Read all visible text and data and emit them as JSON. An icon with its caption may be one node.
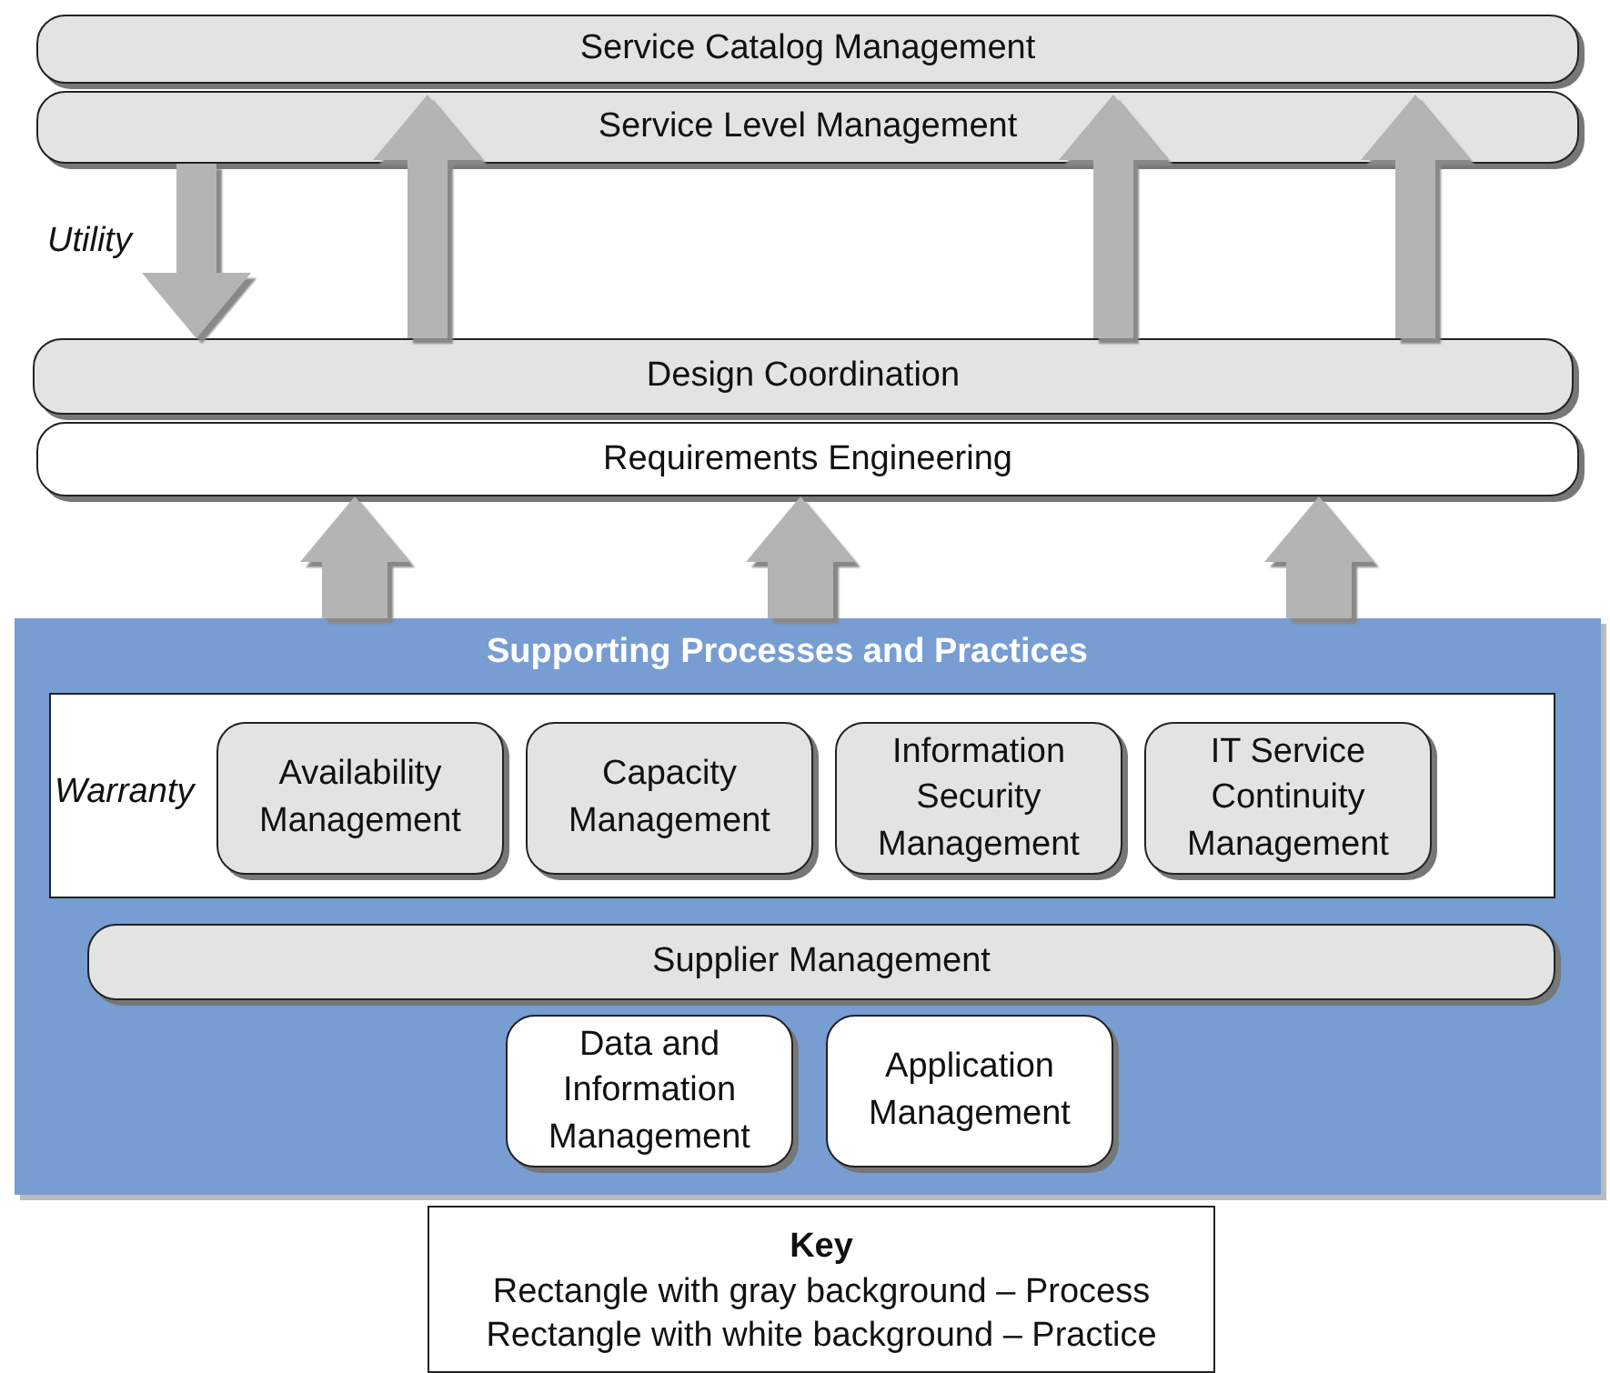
{
  "diagram": {
    "nodes": [
      {
        "text": [
          "Service Catalog Management"
        ]
      },
      {
        "text": [
          "Service Level Management"
        ]
      },
      {
        "text": [
          "Design Coordination"
        ]
      },
      {
        "text": [
          "Requirements Engineering"
        ]
      },
      {
        "text": [
          "Supporting Processes and Practices"
        ]
      },
      {
        "text": [
          "Warranty"
        ],
        "in": 4
      },
      {
        "text": [
          "Availability Management"
        ],
        "in": 5
      },
      {
        "text": [
          "Capacity Management"
        ],
        "in": 5
      },
      {
        "text": [
          "Information Security Management"
        ],
        "in": 5
      },
      {
        "text": [
          "IT Service Continuity Management"
        ],
        "in": 5
      },
      {
        "text": [
          "Supplier Management"
        ],
        "in": 4
      },
      {
        "text": [
          "Data and Information Management"
        ],
        "in": 4
      },
      {
        "text": [
          "Application Management"
        ],
        "in": 4
      },
      {
        "text": [
          "Key",
          "Rectangle with gray background – Process",
          "Rectangle with white background – Practice"
        ]
      }
    ],
    "edges": [
      {
        "from": 1,
        "to": 2,
        "arrow": "to",
        "label": "Utility"
      },
      {
        "from": 2,
        "to": 1,
        "arrow": "to"
      },
      {
        "from": 2,
        "to": 1,
        "arrow": "to"
      },
      {
        "from": 2,
        "to": 1,
        "arrow": "to"
      },
      {
        "from": 4,
        "to": 3,
        "arrow": "to"
      },
      {
        "from": 4,
        "to": 3,
        "arrow": "to"
      },
      {
        "from": 4,
        "to": 3,
        "arrow": "to"
      }
    ]
  }
}
